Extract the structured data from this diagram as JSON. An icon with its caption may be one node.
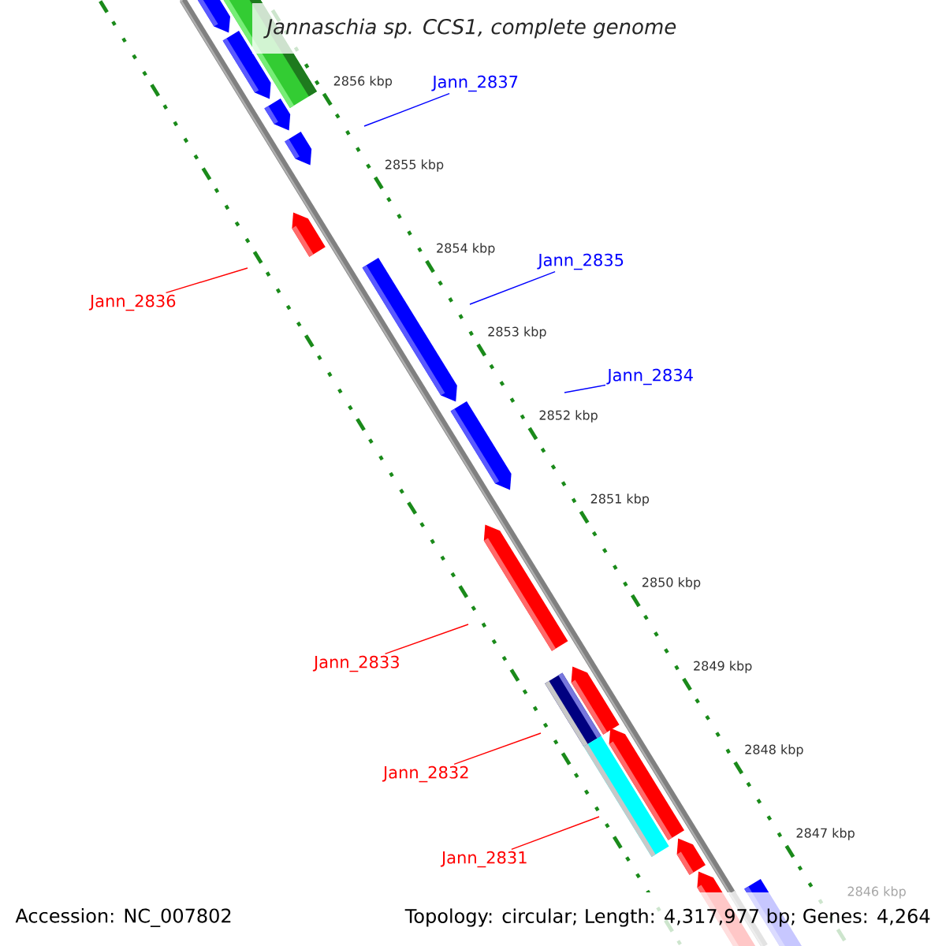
{
  "diagram": {
    "title": "Jannaschia sp. CCS1, complete genome",
    "nodes": [
      {
        "text": [
          "Jann_2837"
        ]
      },
      {
        "text": [
          "Jann_2835"
        ]
      },
      {
        "text": [
          "Jann_2834"
        ]
      },
      {
        "text": [
          "Jann_2836"
        ]
      },
      {
        "text": [
          "Jann_2833"
        ]
      },
      {
        "text": [
          "Jann_2832"
        ]
      },
      {
        "text": [
          "Jann_2831"
        ]
      }
    ],
    "edges": [
      {
        "from": 0,
        "to": null,
        "arrow": "none",
        "color": "#0000ff"
      },
      {
        "from": 1,
        "to": null,
        "arrow": "none",
        "color": "#0000ff"
      },
      {
        "from": 2,
        "to": null,
        "arrow": "none",
        "color": "#0000ff"
      },
      {
        "from": 3,
        "to": null,
        "arrow": "none"
      },
      {
        "from": 4,
        "to": null,
        "arrow": "none"
      },
      {
        "from": 5,
        "to": null,
        "arrow": "none"
      },
      {
        "from": 6,
        "to": null,
        "arrow": "none"
      }
    ],
    "labels": [
      "2856 kbp",
      "2855 kbp",
      "2854 kbp",
      "2853 kbp",
      "2852 kbp",
      "2851 kbp",
      "2850 kbp",
      "2849 kbp",
      "2848 kbp",
      "2847 kbp",
      "2846 kbp",
      "Accession: NC_007802",
      "Topology: circular; Length: 4,317,977 bp; Genes: 4,264"
    ]
  }
}
